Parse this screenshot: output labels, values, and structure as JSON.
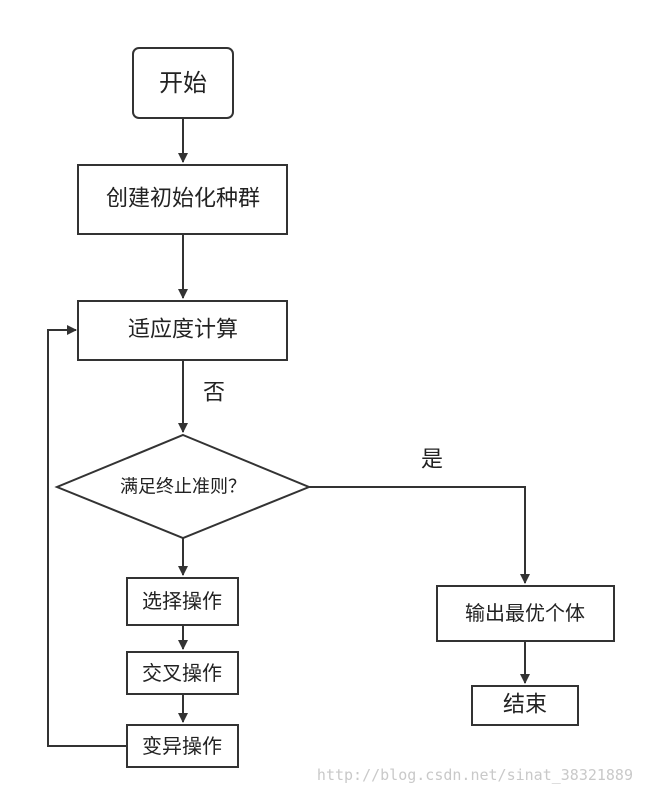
{
  "nodes": {
    "start": "开始",
    "init_population": "创建初始化种群",
    "fitness": "适应度计算",
    "termination_check": "满足终止准则？",
    "selection": "选择操作",
    "crossover": "交叉操作",
    "mutation": "变异操作",
    "output_best": "输出最优个体",
    "end": "结束"
  },
  "edge_labels": {
    "no": "否",
    "yes": "是"
  },
  "watermark": "http://blog.csdn.net/sinat_38321889"
}
